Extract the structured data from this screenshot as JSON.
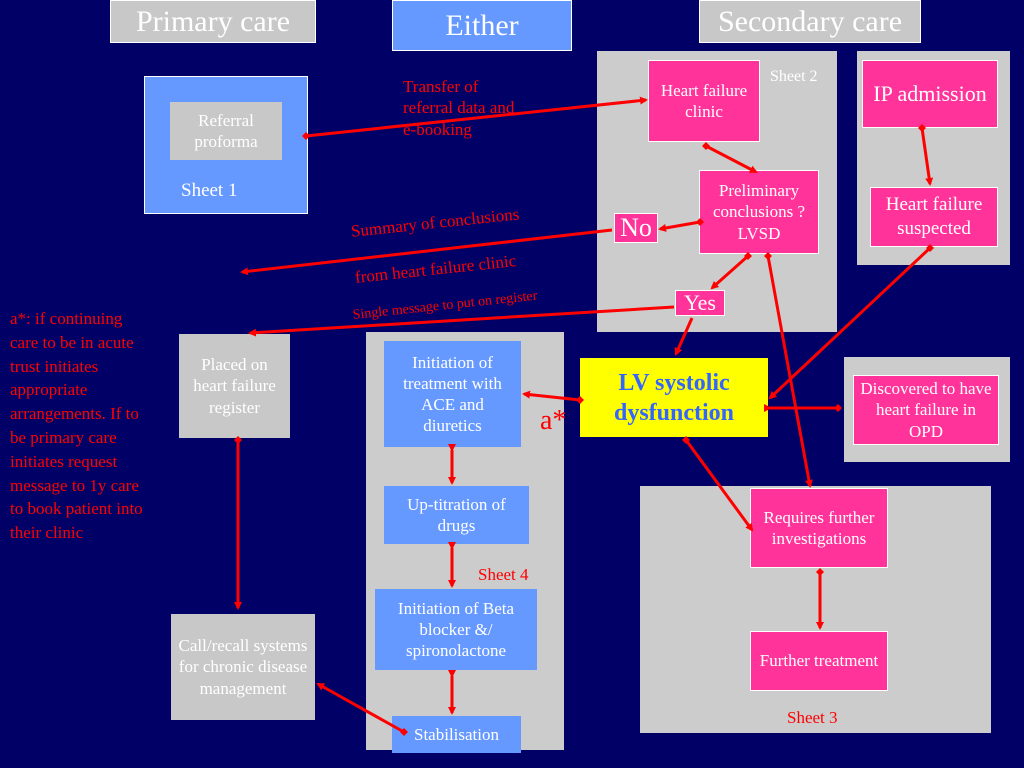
{
  "headers": {
    "primary": "Primary care",
    "either": "Either",
    "secondary": "Secondary care"
  },
  "sheet1": {
    "referral": "Referral proforma",
    "label": "Sheet 1"
  },
  "sheet2": {
    "label": "Sheet 2",
    "hf_clinic": "Heart failure clinic",
    "preliminary": "Preliminary conclusions ? LVSD",
    "no": "No",
    "yes": "Yes"
  },
  "admission": {
    "ip": "IP admission",
    "suspected": "Heart failure suspected"
  },
  "transfer": "Transfer of referral data and e-booking",
  "summary1": "Summary of conclusions",
  "summary2": "from heart failure clinic",
  "single_message": "Single message to put on register",
  "note": "a*: if continuing care to be in acute trust initiates appropriate arrangements. If to be primary care initiates request message to 1y care to book patient into their clinic",
  "primary_boxes": {
    "register": "Placed on heart failure register",
    "callrecall": "Call/recall systems for chronic disease management"
  },
  "sheet4": {
    "label": "Sheet 4",
    "initiation_ace": "Initiation of treatment with ACE and diuretics",
    "uptitration": "Up-titration of drugs",
    "initiation_beta": "Initiation of Beta blocker &/ spironolactone",
    "stabilisation": "Stabilisation"
  },
  "a_star": "a*",
  "lvsd": "LV systolic dysfunction",
  "opd": "Discovered to have heart failure in OPD",
  "sheet3": {
    "label": "Sheet 3",
    "further_inv": "Requires further investigations",
    "further_treat": "Further treatment"
  },
  "colors": {
    "background": "#000066",
    "pink": "#ff3399",
    "blue": "#6699ff",
    "grey": "#cccccc",
    "yellow": "#ffff00",
    "arrow": "#ff0000"
  }
}
